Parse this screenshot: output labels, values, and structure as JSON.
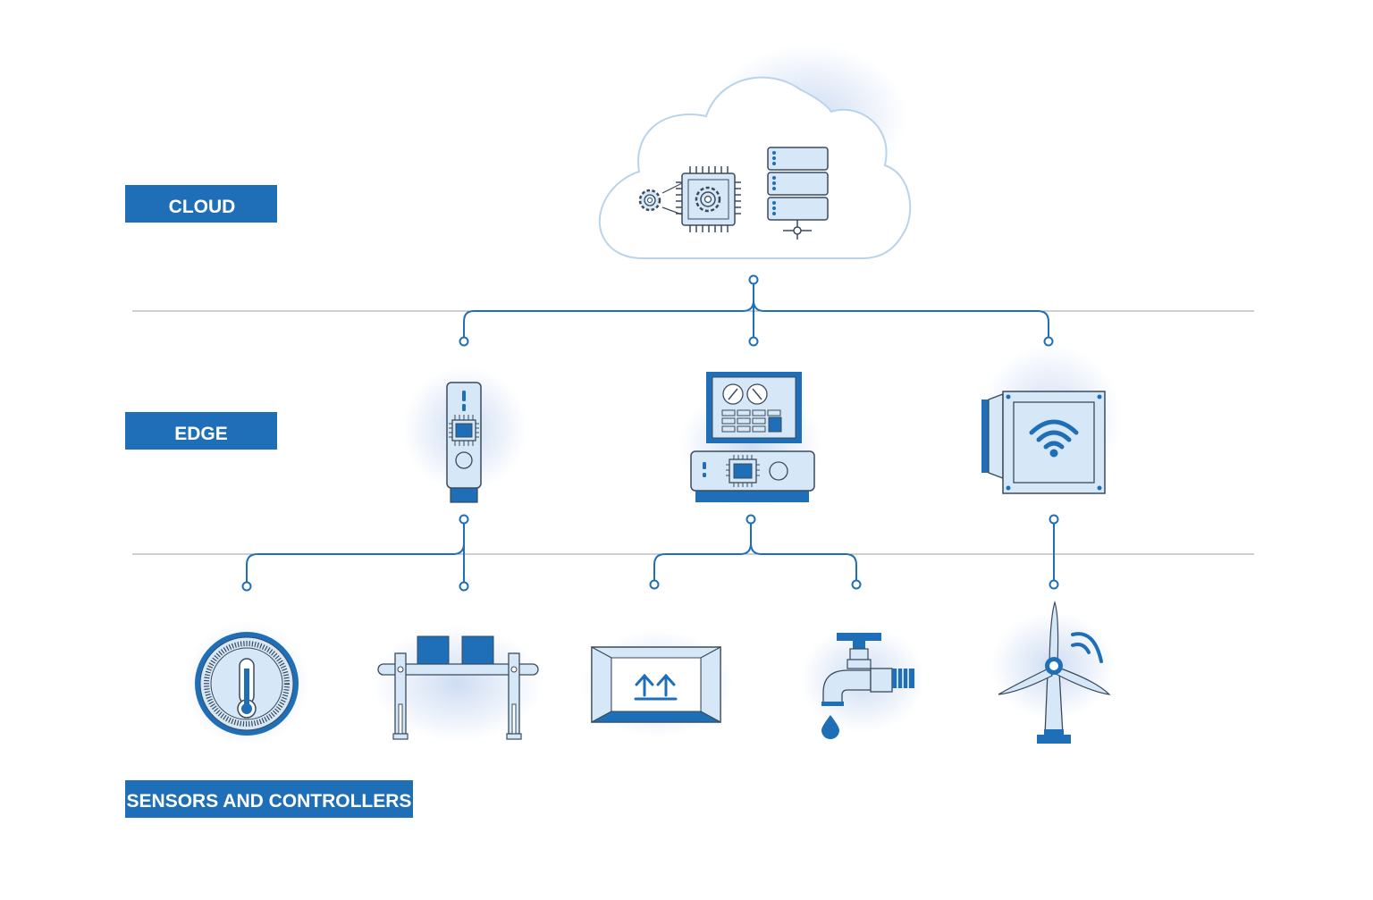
{
  "tiers": {
    "cloud": {
      "label": "CLOUD"
    },
    "edge": {
      "label": "EDGE"
    },
    "sensors": {
      "label": "SENSORS AND CONTROLLERS"
    }
  },
  "nodes": {
    "cloud": [
      "cpu-gear-icon",
      "server-rack-icon"
    ],
    "edge": [
      "usb-edge-device-icon",
      "control-panel-computer-icon",
      "wifi-gateway-icon"
    ],
    "sensors": [
      "thermometer-gauge-icon",
      "conveyor-belt-icon",
      "package-box-icon",
      "water-tap-icon",
      "wind-turbine-icon"
    ]
  },
  "colors": {
    "primary": "#1f6fb8",
    "light_fill": "#d6e8f8",
    "stroke": "#3a4a5c",
    "divider": "#9aa0a6",
    "label_bg": "#1f6fb8",
    "label_text": "#ffffff",
    "glow": "#c9d9f2"
  }
}
